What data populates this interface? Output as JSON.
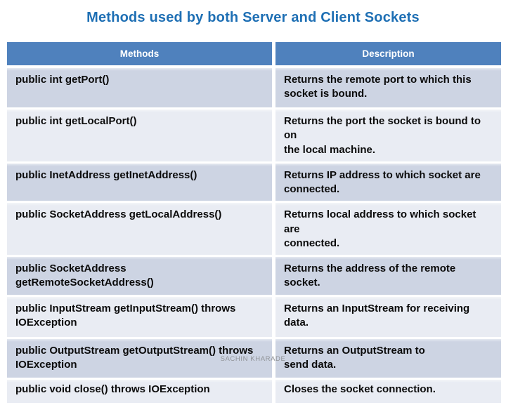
{
  "slide": {
    "title": "Methods used by both Server and Client Sockets",
    "footer": "SACHIN KHARADE"
  },
  "table": {
    "headers": [
      "Methods",
      "Description"
    ],
    "rows": [
      {
        "method": "public int getPort()",
        "description": "Returns the remote port to which this\nsocket is bound."
      },
      {
        "method": "public int getLocalPort()",
        "description": "Returns the port the socket is bound to on\nthe local machine."
      },
      {
        "method": "public InetAddress getInetAddress()",
        "description": "Returns IP address to which socket are\nconnected."
      },
      {
        "method": "public SocketAddress getLocalAddress()",
        "description": "Returns local address to which socket are\nconnected."
      },
      {
        "method": "public SocketAddress getRemoteSocketAddress()",
        "description": "Returns the address of the remote socket."
      },
      {
        "method": "public InputStream getInputStream() throws\nIOException",
        "description": "Returns an InputStream for receiving data."
      },
      {
        "method": "public OutputStream getOutputStream() throws\nIOException",
        "description": "Returns an OutputStream to\nsend data."
      },
      {
        "method": "public void close() throws IOException",
        "description": "Closes the socket connection."
      }
    ]
  },
  "colors": {
    "title": "#1E6FB4",
    "header_bg": "#4F81BD",
    "row_dark": "#CDD4E3",
    "row_light": "#E9ECF3",
    "footer_text": "#8F9296"
  }
}
